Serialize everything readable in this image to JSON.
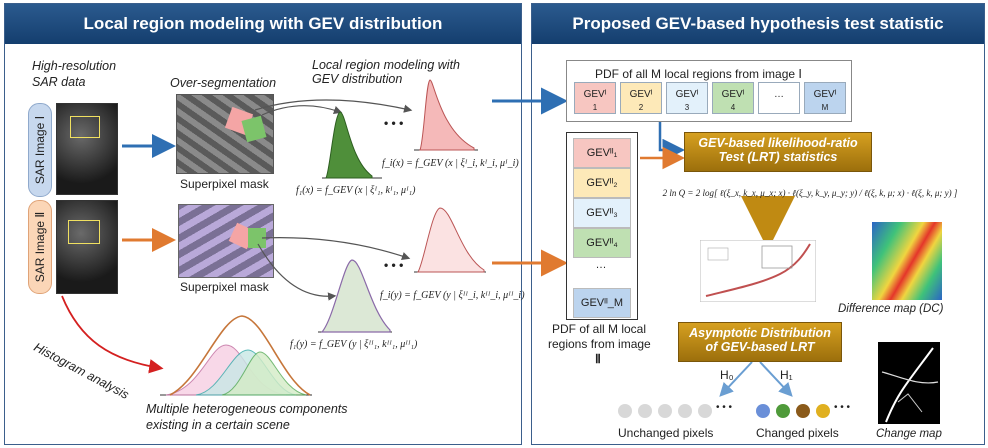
{
  "left_panel": {
    "title": "Local region modeling with GEV distribution",
    "hr_sar_line1": "High-resolution",
    "hr_sar_line2": "SAR data",
    "sar_image_1": "SAR Image Ⅰ",
    "sar_image_2": "SAR Image Ⅱ",
    "over_segmentation": "Over-segmentation",
    "local_modeling_line1": "Local region modeling with",
    "local_modeling_line2": "GEV distribution",
    "superpixel_mask_1": "Superpixel mask",
    "superpixel_mask_2": "Superpixel mask",
    "ellipsis_1": "• • •",
    "ellipsis_2": "• • •",
    "formula_f1_main": "f₁(x) = f_GEV (x | ξᴵ₁, kᴵ₁, μᴵ₁)",
    "formula_fi_main": "f_i(x) = f_GEV (x | ξᴵ_i, kᴵ_i, μᴵ_i)",
    "formula_f1_second": "f₁(y) = f_GEV (y | ξᴵᴵ₁, kᴵᴵ₁, μᴵᴵ₁)",
    "formula_fi_second": "f_i(y) = f_GEV (y | ξᴵᴵ_i, kᴵᴵ_i, μᴵᴵ_i)",
    "histogram_analysis": "Histogram analysis",
    "multi_components_line1": "Multiple heterogeneous components",
    "multi_components_line2": "existing in a certain scene"
  },
  "right_panel": {
    "title": "Proposed GEV-based hypothesis test statistic",
    "pdf_top_title": "PDF of all M local regions from image Ⅰ",
    "gev_row": [
      {
        "name": "GEVᴵ",
        "index": "1",
        "color": "#f7c6c1"
      },
      {
        "name": "GEVᴵ",
        "index": "2",
        "color": "#fde9b8"
      },
      {
        "name": "GEVᴵ",
        "index": "3",
        "color": "#e3f1fb"
      },
      {
        "name": "GEVᴵ",
        "index": "4",
        "color": "#bfe0b2"
      },
      {
        "name": "…",
        "index": "",
        "color": "#ffffff"
      },
      {
        "name": "GEVᴵ",
        "index": "M",
        "color": "#bcd4ee"
      }
    ],
    "gev_column": [
      {
        "label": "GEVᴵᴵ₁",
        "color": "#f7c6c1"
      },
      {
        "label": "GEVᴵᴵ₂",
        "color": "#fde9b8"
      },
      {
        "label": "GEVᴵᴵ₃",
        "color": "#e3f1fb"
      },
      {
        "label": "GEVᴵᴵ₄",
        "color": "#bfe0b2"
      },
      {
        "label": "…",
        "color": "#ffffff"
      },
      {
        "label": "GEVᴵᴵ_M",
        "color": "#bcd4ee"
      }
    ],
    "pdf_bottom_line1": "PDF of all M local",
    "pdf_bottom_line2": "regions from image",
    "pdf_bottom_line3": "Ⅱ",
    "lrt_line1": "GEV-based likelihood-ratio",
    "lrt_line2": "Test (LRT) statistics",
    "lrt_formula": "2 ln Q = 2 log[ ℓ(ξ_x, k_x, μ_x; x) · ℓ(ξ_y, k_y, μ_y; y) / ℓ(ξ, k, μ; x) · ℓ(ξ, k, μ; y) ]",
    "asymptotic_line1": "Asymptotic Distribution",
    "asymptotic_line2": "of GEV-based LRT",
    "difference_map": "Difference map (DC)",
    "h0": "H₀",
    "h1": "H₁",
    "unchanged_pixels": "Unchanged pixels",
    "changed_pixels": "Changed pixels",
    "change_map": "Change map",
    "dots_ellipsis_1": "• • •",
    "dots_ellipsis_2": "• • •"
  }
}
